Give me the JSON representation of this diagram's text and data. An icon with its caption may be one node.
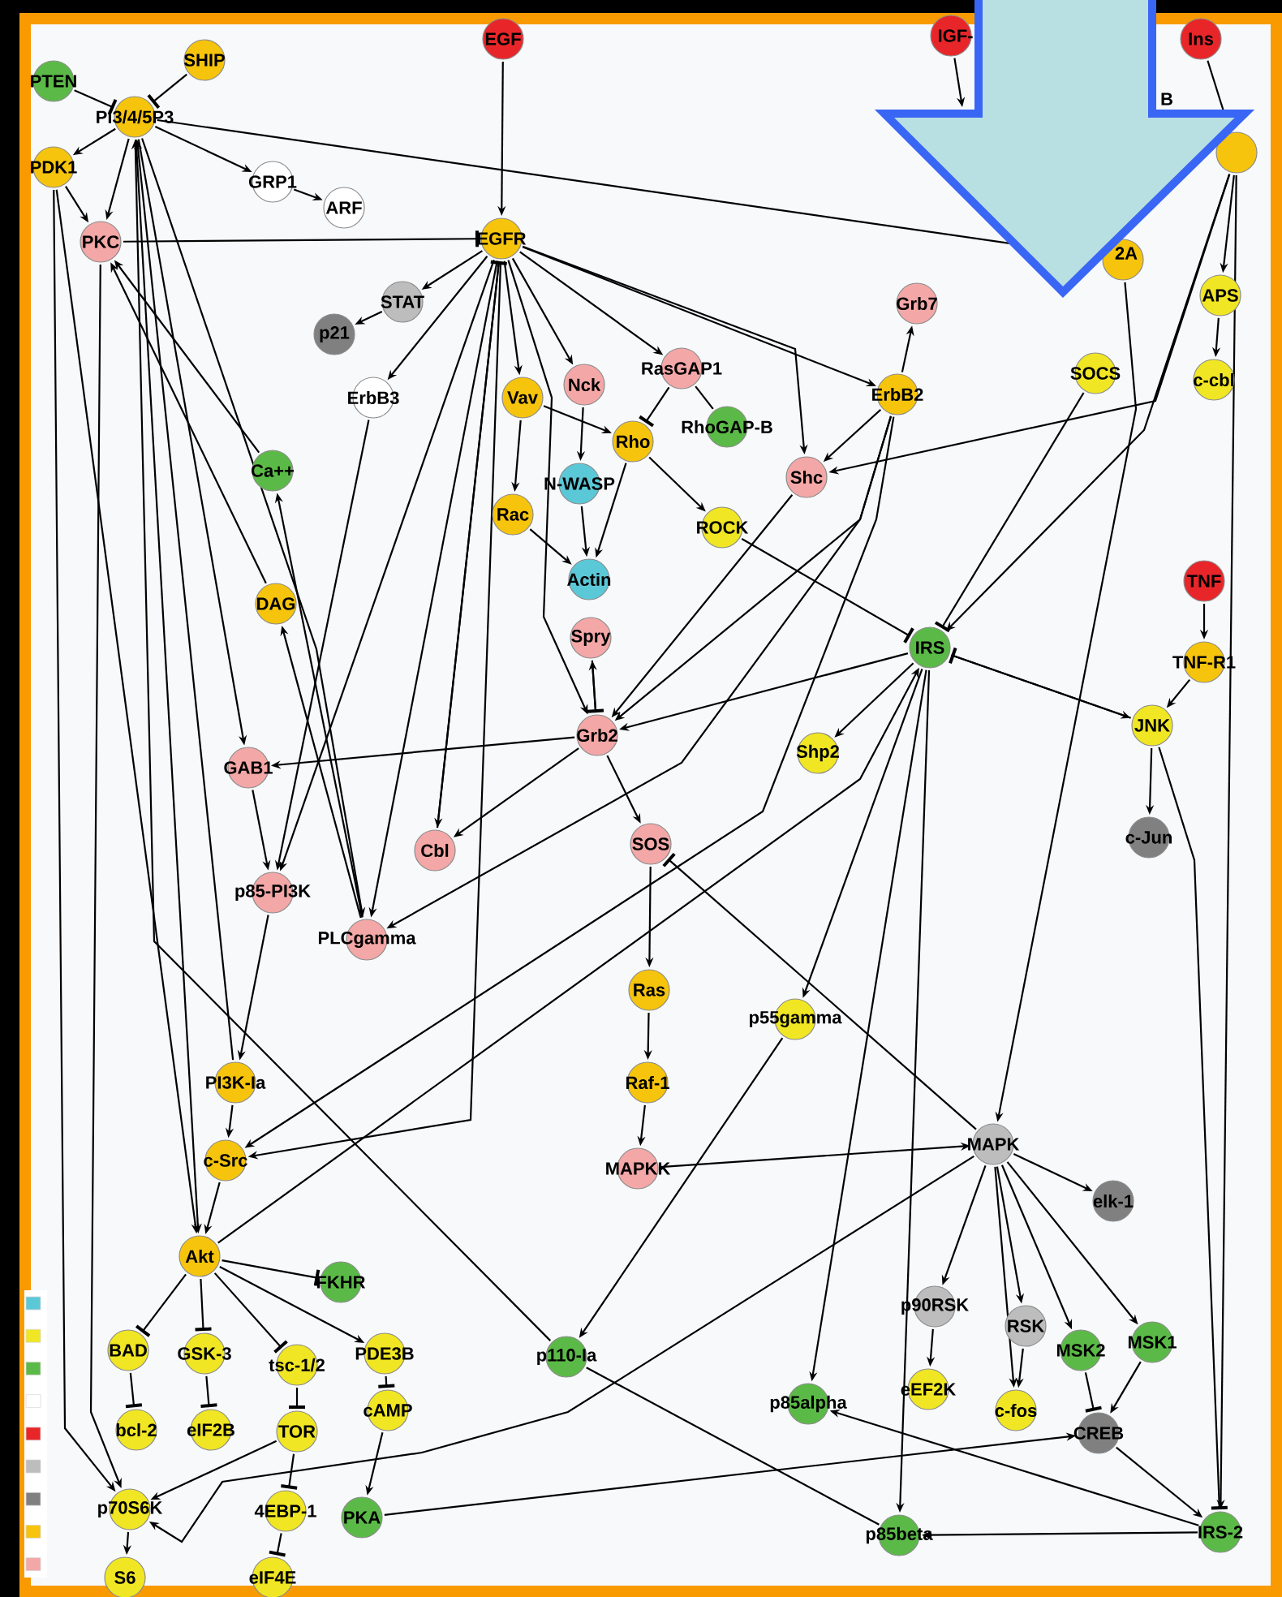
{
  "diagram": {
    "nodes": [
      {
        "text": [
          "EGF"
        ]
      },
      {
        "text": [
          "IGF-"
        ]
      },
      {
        "text": [
          "Ins"
        ]
      },
      {
        "text": [
          "PTEN"
        ]
      },
      {
        "text": [
          "SHIP"
        ]
      },
      {
        "text": [
          "PI3/4/5P3"
        ]
      },
      {
        "text": [
          "PDK1"
        ]
      },
      {
        "text": [
          "GRP1"
        ]
      },
      {
        "text": [
          "ARF"
        ]
      },
      {
        "text": [
          "PKC"
        ]
      },
      {
        "text": [
          "EGFR"
        ]
      },
      {
        "text": [
          "B"
        ]
      },
      {
        "text": [],
        "shape": "circle"
      },
      {
        "text": [
          "2A"
        ]
      },
      {
        "text": [
          "STAT"
        ]
      },
      {
        "text": [
          "p21"
        ]
      },
      {
        "text": [
          "ErbB3"
        ]
      },
      {
        "text": [
          "Vav"
        ]
      },
      {
        "text": [
          "Nck"
        ]
      },
      {
        "text": [
          "RasGAP1"
        ]
      },
      {
        "text": [
          "Grb7"
        ]
      },
      {
        "text": [
          "ErbB2"
        ]
      },
      {
        "text": [
          "SOCS"
        ]
      },
      {
        "text": [
          "APS"
        ]
      },
      {
        "text": [
          "c-cbl"
        ]
      },
      {
        "text": [
          "RhoGAP-B"
        ]
      },
      {
        "text": [
          "Rho"
        ]
      },
      {
        "text": [
          "N-WASP"
        ]
      },
      {
        "text": [
          "Shc"
        ]
      },
      {
        "text": [
          "Ca++"
        ]
      },
      {
        "text": [
          "Rac"
        ]
      },
      {
        "text": [
          "ROCK"
        ]
      },
      {
        "text": [
          "Actin"
        ]
      },
      {
        "text": [
          "TNF"
        ]
      },
      {
        "text": [
          "DAG"
        ]
      },
      {
        "text": [
          "Spry"
        ]
      },
      {
        "text": [
          "IRS"
        ]
      },
      {
        "text": [
          "TNF-R1"
        ]
      },
      {
        "text": [
          "Grb2"
        ]
      },
      {
        "text": [
          "GAB1"
        ]
      },
      {
        "text": [
          "JNK"
        ]
      },
      {
        "text": [
          "Shp2"
        ]
      },
      {
        "text": [
          "SOS"
        ]
      },
      {
        "text": [
          "Cbl"
        ]
      },
      {
        "text": [
          "c-Jun"
        ]
      },
      {
        "text": [
          "p85-PI3K"
        ]
      },
      {
        "text": [
          "PLCgamma"
        ]
      },
      {
        "text": [
          "Ras"
        ]
      },
      {
        "text": [
          "p55gamma"
        ]
      },
      {
        "text": [
          "Raf-1"
        ]
      },
      {
        "text": [
          "PI3K-Ia"
        ]
      },
      {
        "text": [
          "MAPK"
        ]
      },
      {
        "text": [
          "MAPKK"
        ]
      },
      {
        "text": [
          "c-Src"
        ]
      },
      {
        "text": [
          "elk-1"
        ]
      },
      {
        "text": [
          "Akt"
        ]
      },
      {
        "text": [
          "FKHR"
        ]
      },
      {
        "text": [
          "p90RSK"
        ]
      },
      {
        "text": [
          "RSK"
        ]
      },
      {
        "text": [
          "MSK2"
        ]
      },
      {
        "text": [
          "MSK1"
        ]
      },
      {
        "text": [
          "BAD"
        ]
      },
      {
        "text": [
          "GSK-3"
        ]
      },
      {
        "text": [
          "tsc-1/2"
        ]
      },
      {
        "text": [
          "PDE3B"
        ]
      },
      {
        "text": [
          "p110-Ia"
        ]
      },
      {
        "text": [
          "eEF2K"
        ]
      },
      {
        "text": [
          "c-fos"
        ]
      },
      {
        "text": [
          "p85alpha"
        ]
      },
      {
        "text": [
          "CREB"
        ]
      },
      {
        "text": [
          "bcl-2"
        ]
      },
      {
        "text": [
          "eIF2B"
        ]
      },
      {
        "text": [
          "cAMP"
        ]
      },
      {
        "text": [
          "TOR"
        ]
      },
      {
        "text": [
          "4EBP-1"
        ]
      },
      {
        "text": [
          "PKA"
        ]
      },
      {
        "text": [
          "p70S6K"
        ]
      },
      {
        "text": [
          "p85beta"
        ]
      },
      {
        "text": [
          "IRS-2"
        ]
      },
      {
        "text": [
          "S6"
        ]
      },
      {
        "text": [
          "eIF4E"
        ]
      }
    ],
    "edges": [
      {
        "from": 0,
        "to": 10,
        "arrow": "to"
      },
      {
        "from": 1,
        "to": null,
        "arrow": "to"
      },
      {
        "from": 2,
        "to": 12,
        "arrow": "none"
      },
      {
        "from": 3,
        "to": 5,
        "arrow": "other"
      },
      {
        "from": 4,
        "to": 5,
        "arrow": "other"
      },
      {
        "from": 5,
        "to": 6,
        "arrow": "to"
      },
      {
        "from": 5,
        "to": 9,
        "arrow": "to"
      },
      {
        "from": 6,
        "to": 9,
        "arrow": "to"
      },
      {
        "from": 5,
        "to": 7,
        "arrow": "to"
      },
      {
        "from": 7,
        "to": 8,
        "arrow": "to"
      },
      {
        "from": 5,
        "to": 13,
        "arrow": "none"
      },
      {
        "from": 9,
        "to": 10,
        "arrow": "other"
      },
      {
        "from": 5,
        "to": 55,
        "arrow": "to"
      },
      {
        "from": 5,
        "to": 39,
        "arrow": "to"
      },
      {
        "from": 5,
        "to": 46,
        "arrow": "to"
      },
      {
        "from": 50,
        "to": 5,
        "arrow": "to"
      },
      {
        "from": 65,
        "to": 5,
        "arrow": "to"
      },
      {
        "from": 6,
        "to": 55,
        "arrow": "to"
      },
      {
        "from": 6,
        "to": 76,
        "arrow": "to"
      },
      {
        "from": 9,
        "to": 76,
        "arrow": "to"
      },
      {
        "from": 29,
        "to": 9,
        "arrow": "to"
      },
      {
        "from": 34,
        "to": 9,
        "arrow": "to"
      },
      {
        "from": 46,
        "to": 34,
        "arrow": "to"
      },
      {
        "from": 46,
        "to": 29,
        "arrow": "to"
      },
      {
        "from": 10,
        "to": 14,
        "arrow": "to"
      },
      {
        "from": 14,
        "to": 15,
        "arrow": "to"
      },
      {
        "from": 10,
        "to": 16,
        "arrow": "to"
      },
      {
        "from": 10,
        "to": 17,
        "arrow": "to"
      },
      {
        "from": 10,
        "to": 18,
        "arrow": "to"
      },
      {
        "from": 10,
        "to": 19,
        "arrow": "to"
      },
      {
        "from": 10,
        "to": 21,
        "arrow": "to"
      },
      {
        "from": 10,
        "to": 28,
        "arrow": "to"
      },
      {
        "from": 10,
        "to": 38,
        "arrow": "to"
      },
      {
        "from": 10,
        "to": 46,
        "arrow": "to"
      },
      {
        "from": 10,
        "to": 43,
        "arrow": "to"
      },
      {
        "from": 10,
        "to": 53,
        "arrow": "to"
      },
      {
        "from": 10,
        "to": 45,
        "arrow": "to"
      },
      {
        "from": 43,
        "to": 10,
        "arrow": "other"
      },
      {
        "from": 16,
        "to": 45,
        "arrow": "to"
      },
      {
        "from": 17,
        "to": 30,
        "arrow": "to"
      },
      {
        "from": 17,
        "to": 26,
        "arrow": "to"
      },
      {
        "from": 18,
        "to": 27,
        "arrow": "to"
      },
      {
        "from": 30,
        "to": 32,
        "arrow": "to"
      },
      {
        "from": 27,
        "to": 32,
        "arrow": "to"
      },
      {
        "from": 26,
        "to": 32,
        "arrow": "to"
      },
      {
        "from": 26,
        "to": 31,
        "arrow": "to"
      },
      {
        "from": 19,
        "to": 26,
        "arrow": "other"
      },
      {
        "from": 19,
        "to": 25,
        "arrow": "none"
      },
      {
        "from": 21,
        "to": 20,
        "arrow": "to"
      },
      {
        "from": 21,
        "to": 28,
        "arrow": "to"
      },
      {
        "from": 21,
        "to": 38,
        "arrow": "to"
      },
      {
        "from": 21,
        "to": 46,
        "arrow": "to"
      },
      {
        "from": 21,
        "to": 53,
        "arrow": "to"
      },
      {
        "from": 28,
        "to": 38,
        "arrow": "to"
      },
      {
        "from": 31,
        "to": 36,
        "arrow": "other"
      },
      {
        "from": 12,
        "to": 23,
        "arrow": "to"
      },
      {
        "from": 23,
        "to": 24,
        "arrow": "to"
      },
      {
        "from": 12,
        "to": 28,
        "arrow": "to"
      },
      {
        "from": 12,
        "to": 36,
        "arrow": "to"
      },
      {
        "from": 12,
        "to": 78,
        "arrow": "to"
      },
      {
        "from": 22,
        "to": 36,
        "arrow": "other"
      },
      {
        "from": 13,
        "to": 51,
        "arrow": "to"
      },
      {
        "from": 33,
        "to": 37,
        "arrow": "to"
      },
      {
        "from": 37,
        "to": 40,
        "arrow": "to"
      },
      {
        "from": 40,
        "to": 44,
        "arrow": "to"
      },
      {
        "from": 36,
        "to": 40,
        "arrow": "to"
      },
      {
        "from": 40,
        "to": 36,
        "arrow": "other"
      },
      {
        "from": 40,
        "to": 78,
        "arrow": "other"
      },
      {
        "from": 36,
        "to": 41,
        "arrow": "to"
      },
      {
        "from": 36,
        "to": 48,
        "arrow": "to"
      },
      {
        "from": 36,
        "to": 68,
        "arrow": "to"
      },
      {
        "from": 36,
        "to": 77,
        "arrow": "to"
      },
      {
        "from": 36,
        "to": 38,
        "arrow": "to"
      },
      {
        "from": 55,
        "to": 36,
        "arrow": "to"
      },
      {
        "from": 38,
        "to": 35,
        "arrow": "to"
      },
      {
        "from": 35,
        "to": 38,
        "arrow": "other"
      },
      {
        "from": 38,
        "to": 39,
        "arrow": "to"
      },
      {
        "from": 38,
        "to": 42,
        "arrow": "to"
      },
      {
        "from": 38,
        "to": 43,
        "arrow": "to"
      },
      {
        "from": 39,
        "to": 45,
        "arrow": "to"
      },
      {
        "from": 45,
        "to": 50,
        "arrow": "to"
      },
      {
        "from": 50,
        "to": 53,
        "arrow": "to"
      },
      {
        "from": 53,
        "to": 55,
        "arrow": "to"
      },
      {
        "from": 55,
        "to": 56,
        "arrow": "other"
      },
      {
        "from": 55,
        "to": 61,
        "arrow": "other"
      },
      {
        "from": 55,
        "to": 62,
        "arrow": "other"
      },
      {
        "from": 55,
        "to": 63,
        "arrow": "other"
      },
      {
        "from": 55,
        "to": 64,
        "arrow": "to"
      },
      {
        "from": 61,
        "to": 70,
        "arrow": "other"
      },
      {
        "from": 62,
        "to": 71,
        "arrow": "other"
      },
      {
        "from": 63,
        "to": 73,
        "arrow": "other"
      },
      {
        "from": 64,
        "to": 72,
        "arrow": "other"
      },
      {
        "from": 72,
        "to": 75,
        "arrow": "to"
      },
      {
        "from": 73,
        "to": 76,
        "arrow": "to"
      },
      {
        "from": 73,
        "to": 74,
        "arrow": "other"
      },
      {
        "from": 74,
        "to": 80,
        "arrow": "other"
      },
      {
        "from": 76,
        "to": 79,
        "arrow": "to"
      },
      {
        "from": 51,
        "to": 76,
        "arrow": "to"
      },
      {
        "from": 75,
        "to": 69,
        "arrow": "to"
      },
      {
        "from": 42,
        "to": 47,
        "arrow": "to"
      },
      {
        "from": 47,
        "to": 49,
        "arrow": "to"
      },
      {
        "from": 49,
        "to": 52,
        "arrow": "to"
      },
      {
        "from": 52,
        "to": 51,
        "arrow": "to"
      },
      {
        "from": 51,
        "to": 42,
        "arrow": "other"
      },
      {
        "from": 51,
        "to": 54,
        "arrow": "to"
      },
      {
        "from": 51,
        "to": 57,
        "arrow": "to"
      },
      {
        "from": 51,
        "to": 58,
        "arrow": "to"
      },
      {
        "from": 51,
        "to": 67,
        "arrow": "to"
      },
      {
        "from": 51,
        "to": 59,
        "arrow": "to"
      },
      {
        "from": 51,
        "to": 60,
        "arrow": "to"
      },
      {
        "from": 57,
        "to": 66,
        "arrow": "to"
      },
      {
        "from": 58,
        "to": 67,
        "arrow": "to"
      },
      {
        "from": 59,
        "to": 69,
        "arrow": "other"
      },
      {
        "from": 60,
        "to": 69,
        "arrow": "to"
      },
      {
        "from": 69,
        "to": 78,
        "arrow": "to"
      },
      {
        "from": 78,
        "to": 77,
        "arrow": "to"
      },
      {
        "from": 78,
        "to": 68,
        "arrow": "to"
      },
      {
        "from": 48,
        "to": 65,
        "arrow": "to"
      },
      {
        "from": 65,
        "to": 77,
        "arrow": "none"
      }
    ]
  }
}
